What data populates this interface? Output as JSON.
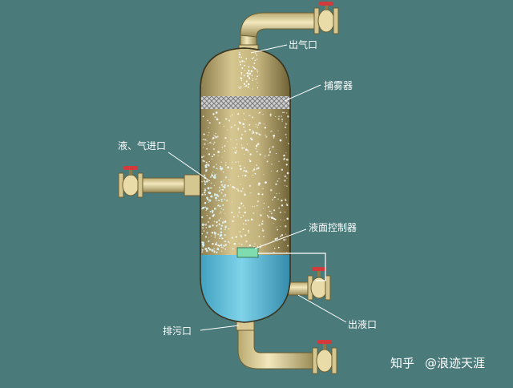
{
  "labels": {
    "gas_outlet": "出气口",
    "demister": "捕雾器",
    "inlet": "液、气进口",
    "level_controller": "液面控制器",
    "liquid_outlet": "出液口",
    "drain": "排污口"
  },
  "watermark": {
    "brand": "知乎",
    "author": "@浪迹天涯"
  },
  "colors": {
    "background": "#4a7a7a",
    "vessel": "#c8b882",
    "liquid": "#6cc3dc",
    "pipe": "#e6d7a0",
    "valve_handle": "#d13b3b"
  }
}
